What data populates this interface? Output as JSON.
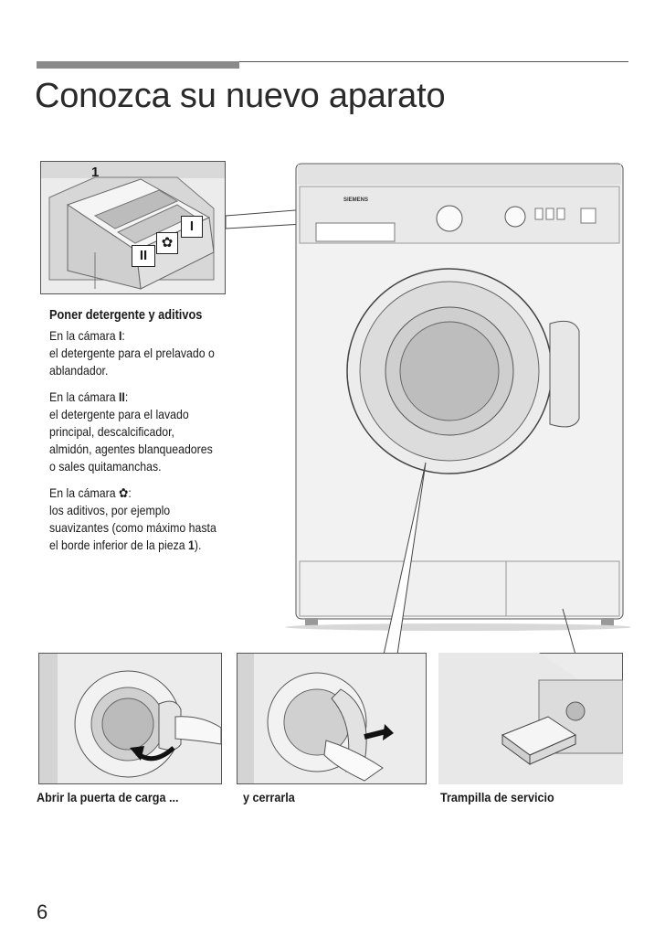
{
  "page": {
    "title": "Conozca su nuevo aparato",
    "page_number": "6"
  },
  "drawer_callout": {
    "label_1": "1",
    "label_I": "I",
    "label_II": "II"
  },
  "machine": {
    "brand": "SIEMENS"
  },
  "instructions": {
    "heading": "Poner detergente y  aditivos",
    "p1_prefix": "En la cámara ",
    "p1_chamber": "I",
    "p1_suffix": ":",
    "p1_line1": "el detergente para el prelavado o",
    "p1_line2": "ablandador.",
    "p2_prefix": "En la cámara ",
    "p2_chamber": "II",
    "p2_suffix": ":",
    "p2_line1": "el detergente para el lavado",
    "p2_line2": "principal,  descalcificador,",
    "p2_line3": "almidón, agentes blanqueadores",
    "p2_line4": "o sales quitamanchas.",
    "p3_prefix": "En la cámara ",
    "p3_suffix": ":",
    "p3_line1": "los aditivos, por ejemplo",
    "p3_line2": "suavizantes (como máximo hasta",
    "p3_line3_prefix": "el borde inferior de la pieza  ",
    "p3_line3_ref": "1",
    "p3_line3_suffix": ")."
  },
  "captions": {
    "open_door": "Abrir la puerta de carga ...",
    "close_door": "y cerrarla",
    "service_flap": "Trampilla de servicio"
  }
}
